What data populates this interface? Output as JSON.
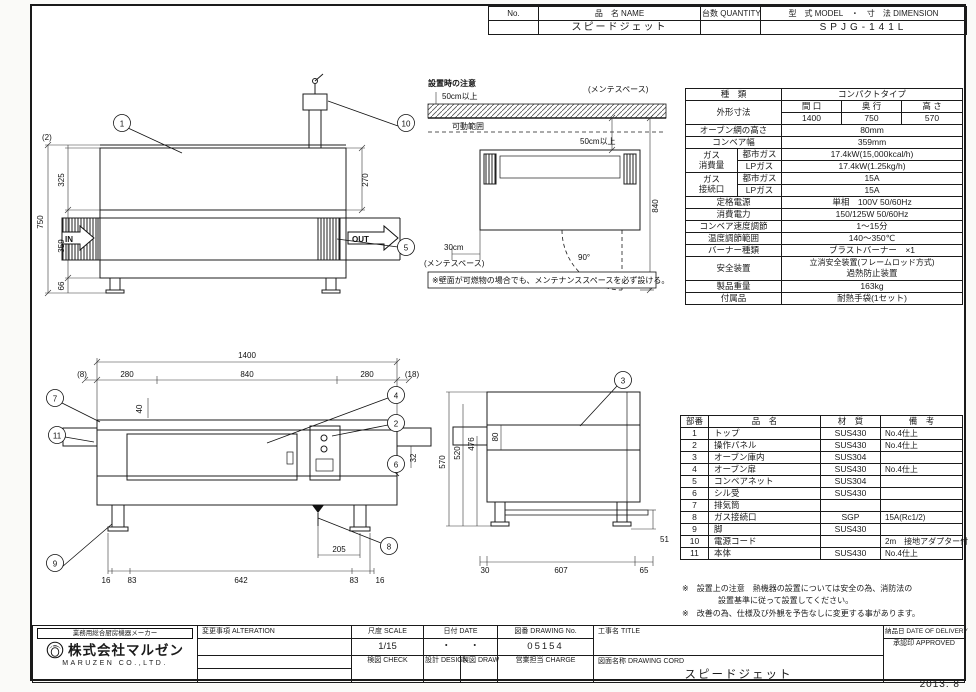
{
  "page": {
    "date_stamp": "2013. 8"
  },
  "header_table": {
    "no_label": "No.",
    "name_label": "品　名 NAME",
    "qty_label": "台数 QUANTITY",
    "model_label": "型　式 MODEL　・　寸　法 DIMENSION",
    "name_value": "スピードジェット",
    "qty_value": "",
    "model_value": "SPJG-141L"
  },
  "spec_table": {
    "type_label": "種　類",
    "type_value": "コンパクトタイプ",
    "outer_label": "外形寸法",
    "width_label": "間 口",
    "depth_label": "奥 行",
    "height_label": "高 さ",
    "width_value": "1400",
    "depth_value": "750",
    "height_value": "570",
    "net_label": "オーブン網の高さ",
    "net_value": "80mm",
    "belt_label": "コンベア幅",
    "belt_value": "359mm",
    "gas_use_label": "ガス\n消費量",
    "gas_city_label": "都市ガス",
    "gas_lp_label": "LPガス",
    "gas_use_city_value": "17.4kW(15,000kcal/h)",
    "gas_use_lp_value": "17.4kW(1.25kg/h)",
    "gas_conn_label": "ガス\n接続口",
    "gas_conn_city_value": "15A",
    "gas_conn_lp_value": "15A",
    "power_label": "定格電源",
    "power_value": "単相　100V 50/60Hz",
    "elec_label": "消費電力",
    "elec_value": "150/125W 50/60Hz",
    "speed_label": "コンベア速度調節",
    "speed_value": "1〜15分",
    "temp_label": "温度調節範囲",
    "temp_value": "140〜350℃",
    "burner_label": "バーナー種類",
    "burner_value": "ブラストバーナー　×1",
    "safety_label": "安全装置",
    "safety_value_1": "立消安全装置(フレームロッド方式)",
    "safety_value_2": "過熱防止装置",
    "weight_label": "製品重量",
    "weight_value": "163kg",
    "acc_label": "付属品",
    "acc_value": "耐熱手袋(1セット)"
  },
  "parts_table": {
    "headers": [
      "部番",
      "品　名",
      "材　質",
      "備　考"
    ],
    "rows": [
      [
        "1",
        "トップ",
        "SUS430",
        "No.4仕上"
      ],
      [
        "2",
        "操作パネル",
        "SUS430",
        "No.4仕上"
      ],
      [
        "3",
        "オーブン庫内",
        "SUS304",
        ""
      ],
      [
        "4",
        "オーブン扉",
        "SUS430",
        "No.4仕上"
      ],
      [
        "5",
        "コンベアネット",
        "SUS304",
        ""
      ],
      [
        "6",
        "シル受",
        "SUS430",
        ""
      ],
      [
        "7",
        "排気筒",
        "",
        ""
      ],
      [
        "8",
        "ガス接続口",
        "SGP",
        "15A(Rc1/2)"
      ],
      [
        "9",
        "脚",
        "SUS430",
        ""
      ],
      [
        "10",
        "電源コード",
        "",
        "2m　接地アダプター付"
      ],
      [
        "11",
        "本体",
        "SUS430",
        "No.4仕上"
      ]
    ]
  },
  "notes": {
    "line1": "※　設置上の注意　熱機器の設置については安全の為、消防法の",
    "line2": "設置基準に従って設置してください。",
    "line3": "※　改善の為、仕様及び外観を予告なしに変更する事があります。"
  },
  "front_view": {
    "dim_top_gap": "(2)",
    "dim_total_height": "750",
    "dim_upper": "325",
    "dim_middle": "359",
    "dim_legs": "66",
    "dim_right": "270",
    "in_label": "IN",
    "out_label": "OUT",
    "callout_1": "1",
    "callout_10": "10",
    "callout_5": "5"
  },
  "install_view": {
    "title": "設置時の注意",
    "clearance_left": "50cm以上",
    "clearance_right": "50cm以上",
    "maintenance_top": "(メンテスペース)",
    "maintenance_bottom": "(メンテスペース)",
    "movable_range": "可動範囲",
    "door_angle": "90°",
    "depth_dim": "840",
    "front_clearance": "30cm",
    "note": "※壁面が可燃物の場合でも、メンテナンススペースを必ず設ける。"
  },
  "plan_view": {
    "dim_width": "1400",
    "dim_left_gap": "(8)",
    "dim_280_left": "280",
    "dim_840": "840",
    "dim_280_right": "280",
    "dim_right_gap": "(18)",
    "dim_40": "40",
    "dim_32": "32",
    "dim_205": "205",
    "bottom_dims": [
      "16",
      "83",
      "642",
      "83",
      "16"
    ],
    "callout_7": "7",
    "callout_11": "11",
    "callout_4": "4",
    "callout_2": "2",
    "callout_6": "6",
    "callout_9": "9",
    "callout_8": "8"
  },
  "side_view": {
    "dim_570": "570",
    "dim_520": "520",
    "dim_476": "476",
    "dim_80": "80",
    "dim_30": "30",
    "dim_607": "607",
    "dim_65": "65",
    "dim_51": "51",
    "callout_3": "3"
  },
  "title_block": {
    "alteration_label": "変更事項 ALTERATION",
    "scale_label": "尺度 SCALE",
    "scale_value": "1/15",
    "date_label": "日付 DATE",
    "date_value": "・　　・",
    "drawing_no_label": "図番 DRAWING No.",
    "drawing_no_value": "05154",
    "title_label": "工事名 TITLE",
    "delivery_label": "納品日 DATE OF DELIVERY",
    "check_label": "検図 CHECK",
    "design_label": "設計 DESIGN",
    "draw_label": "製図 DRAW",
    "charge_label": "営業担当 CHARGE",
    "drawing_name_label": "図面名称 DRAWING CORD",
    "drawing_name_value": "スピードジェット",
    "approved_label": "承認印 APPROVED"
  },
  "company": {
    "tagline": "業務用総合厨房機器メーカー",
    "name": "株式会社マルゼン",
    "name_en": "MARUZEN CO.,LTD."
  }
}
